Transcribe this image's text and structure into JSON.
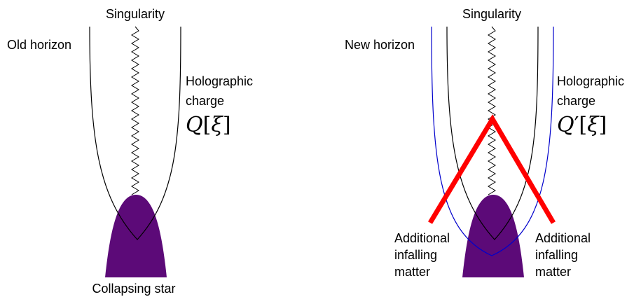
{
  "colors": {
    "star": "#5c0a78",
    "old_horizon": "#000000",
    "new_horizon": "#0000cc",
    "infalling_matter": "#ff0000",
    "singularity": "#000000"
  },
  "left_panel": {
    "singularity_label": "Singularity",
    "horizon_label": "Old horizon",
    "charge_label_line1": "Holographic",
    "charge_label_line2": "charge",
    "charge_symbol": "Q",
    "charge_prime": "",
    "charge_arg_open": "[",
    "charge_arg": "ξ",
    "charge_arg_close": "]",
    "star_label": "Collapsing star"
  },
  "right_panel": {
    "singularity_label": "Singularity",
    "horizon_label": "New horizon",
    "charge_label_line1": "Holographic",
    "charge_label_line2": "charge",
    "charge_symbol": "Q",
    "charge_prime": "′",
    "charge_arg_open": "[",
    "charge_arg": "ξ",
    "charge_arg_close": "]",
    "matter_left_line1": "Additional",
    "matter_left_line2": "infalling",
    "matter_left_line3": "matter",
    "matter_right_line1": "Additional",
    "matter_right_line2": "infalling",
    "matter_right_line3": "matter"
  }
}
